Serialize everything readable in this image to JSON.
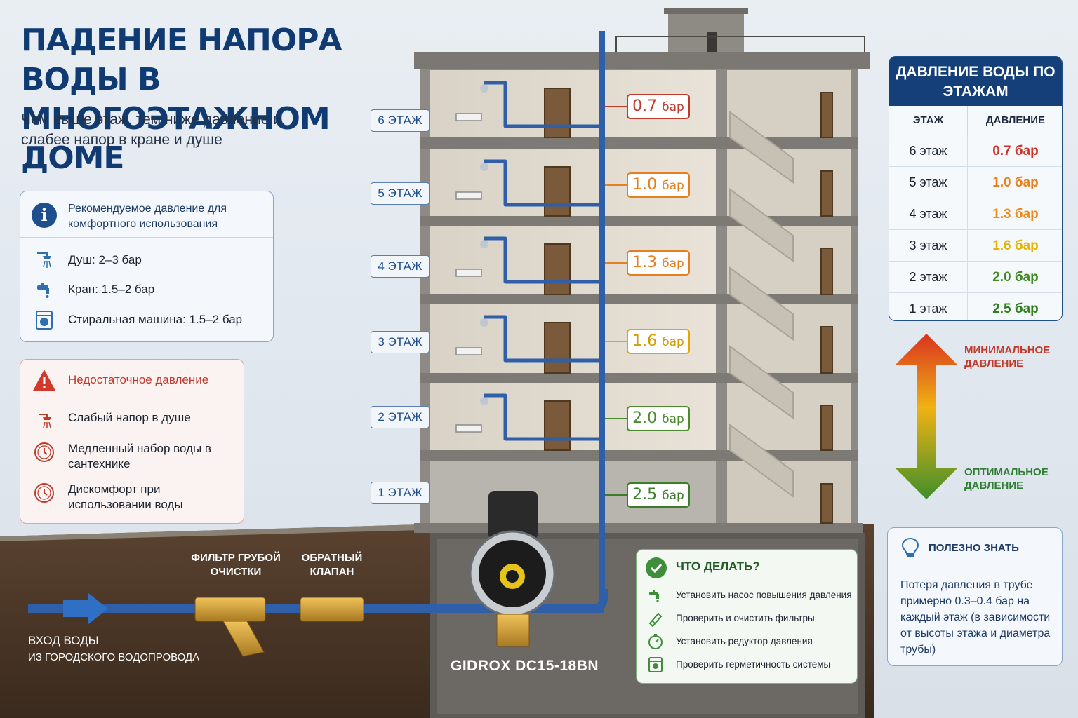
{
  "title": "ПАДЕНИЕ НАПОРА ВОДЫ В МНОГОЭТАЖНОМ ДОМЕ",
  "subtitle": "Чем выше этаж, тем ниже давление и слабее напор в кране и душе",
  "recommended": {
    "title": "Рекомендуемое давление для комфортного использования",
    "items": [
      {
        "icon": "shower-icon",
        "text": "Душ: 2–3 бар"
      },
      {
        "icon": "faucet-icon",
        "text": "Кран: 1.5–2 бар"
      },
      {
        "icon": "washing-machine-icon",
        "text": "Стиральная машина: 1.5–2 бар"
      }
    ]
  },
  "insufficient": {
    "title": "Недостаточное давление",
    "items": [
      {
        "icon": "weak-shower-icon",
        "text": "Слабый напор в душе"
      },
      {
        "icon": "clock-icon",
        "text": "Медленный набор воды в сантехнике"
      },
      {
        "icon": "clock-icon",
        "text": "Дискомфорт при использовании воды"
      }
    ]
  },
  "floors": [
    {
      "label": "6 ЭТАЖ",
      "pressure": "0.7",
      "unit": "бар",
      "color": "#c0392b"
    },
    {
      "label": "5 ЭТАЖ",
      "pressure": "1.0",
      "unit": "бар",
      "color": "#e67e22"
    },
    {
      "label": "4 ЭТАЖ",
      "pressure": "1.3",
      "unit": "бар",
      "color": "#e67e22"
    },
    {
      "label": "3 ЭТАЖ",
      "pressure": "1.6",
      "unit": "бар",
      "color": "#e0a800"
    },
    {
      "label": "2 ЭТАЖ",
      "pressure": "2.0",
      "unit": "бар",
      "color": "#4d8a2e"
    },
    {
      "label": "1 ЭТАЖ",
      "pressure": "2.5",
      "unit": "бар",
      "color": "#3d7d2a"
    }
  ],
  "table": {
    "title": "ДАВЛЕНИЕ ВОДЫ ПО ЭТАЖАМ",
    "col_floor": "ЭТАЖ",
    "col_pressure": "ДАВЛЕНИЕ",
    "rows": [
      {
        "floor": "6 этаж",
        "pressure": "0.7 бар",
        "color": "#d0322a"
      },
      {
        "floor": "5 этаж",
        "pressure": "1.0 бар",
        "color": "#e8801c"
      },
      {
        "floor": "4 этаж",
        "pressure": "1.3 бар",
        "color": "#ee8a14"
      },
      {
        "floor": "3 этаж",
        "pressure": "1.6 бар",
        "color": "#e6b400"
      },
      {
        "floor": "2 этаж",
        "pressure": "2.0 бар",
        "color": "#3f8a23"
      },
      {
        "floor": "1 этаж",
        "pressure": "2.5 бар",
        "color": "#2f7d1f"
      }
    ]
  },
  "legend": {
    "min": "МИНИМАЛЬНОЕ ДАВЛЕНИЕ",
    "opt": "ОПТИМАЛЬНОЕ ДАВЛЕНИЕ"
  },
  "useful": {
    "title": "ПОЛЕЗНО ЗНАТЬ",
    "text": "Потеря давления в трубе примерно 0.3–0.4 бар на каждый этаж (в зависимости от высоты этажа и диаметра трубы)"
  },
  "todo": {
    "title": "ЧТО ДЕЛАТЬ?",
    "items": [
      {
        "icon": "faucet-icon",
        "text": "Установить насос повышения давления"
      },
      {
        "icon": "filter-icon",
        "text": "Проверить и очистить фильтры"
      },
      {
        "icon": "gauge-icon",
        "text": "Установить редуктор давления"
      },
      {
        "icon": "check-system-icon",
        "text": "Проверить герметичность системы"
      }
    ]
  },
  "ground": {
    "filter_label": "ФИЛЬТР ГРУБОЙ ОЧИСТКИ",
    "valve_label": "ОБРАТНЫЙ КЛАПАН",
    "inlet_label_1": "ВХОД ВОДЫ",
    "inlet_label_2": "ИЗ ГОРОДСКОГО ВОДОПРОВОДА",
    "pump_label": "GIDROX DC15-18BN"
  },
  "colors": {
    "brand_blue": "#143f78",
    "pipe_blue": "#2f5fa8",
    "soil": "#4a3424"
  }
}
